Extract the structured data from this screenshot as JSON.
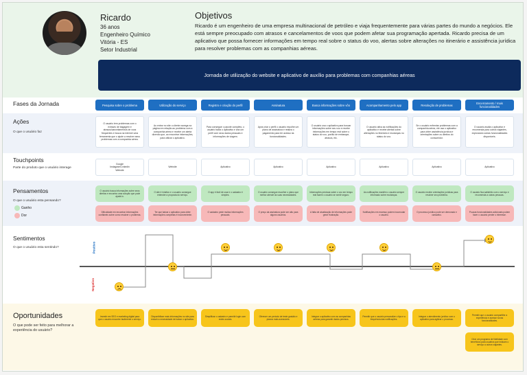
{
  "persona": {
    "name": "Ricardo",
    "age": "36 anos",
    "role": "Engenheiro Químico",
    "location": "Vitória - ES",
    "sector": "Setor Industrial"
  },
  "objectives": {
    "title": "Objetivos",
    "text": "Ricardo é um engenheiro de uma empresa multinacional de petróleo e viaja frequentemente para várias partes do mundo a negócios. Ele está sempre preocupado com atrasos e cancelamentos de voos que podem afetar sua programação apertada. Ricardo precisa de um aplicativo que possa fornecer informações em tempo real sobre o status do voo, alertas sobre alterações no itinerário e assistência jurídica para resolver problemas com as companhias aéreas."
  },
  "banner": "Jornada de utilização do website e aplicativo de auxílio para problemas com companhias aéreas",
  "rows": {
    "phases": "Fases da Jornada",
    "actions": "Ações",
    "actions_sub": "O que o usuário faz",
    "touchpoints": "Touchpoints",
    "touchpoints_sub": "Parte do produto que o usuário interage",
    "thoughts": "Pensamentos",
    "thoughts_sub": "O que o usuário esta pensando?",
    "gain": "Ganho",
    "pain": "Dor",
    "feelings": "Sentimentos",
    "feelings_sub": "O que o usuário esta sentindo?",
    "positive": "Positivo",
    "negative": "Negativo",
    "opportunities": "Oportunidades",
    "opportunities_sub": "O que pode ser feito para melhorar a experiência do usuário?"
  },
  "colors": {
    "header_bg": "#eaf5ea",
    "banner": "#0d2a5c",
    "phase": "#1f6fc2",
    "gain": "#bfe8c0",
    "pain": "#f7b8b8",
    "opportunity": "#f7c51b"
  },
  "phases": [
    "Pesquisa sobre o problema",
    "Utilização do serviço",
    "Registro e criação do perfil",
    "Assinatura",
    "Busca informações sobre vôo",
    "Acompanhamento pelo app",
    "Resolução de problemas",
    "Encerramento / mais funcionalidades"
  ],
  "actions": [
    "O usuário tem problemas com o extravio de bagagem e atrasos/cancelamentos de voos frequentes e busca na internet uma ferramenta que o ajude a resolver seus problemas com a companhia aérea.",
    "Ao entrar no site o cliente navega na página em relação ao problema com a companhia aérea e recebe um alerta dizendo que, ao encontrar informações, para utilizar o aplicativo.",
    "Para conseguir o pacote completo, o usuário baixa o aplicativo e cria um perfil com seus dados pessoais e informações de viagem.",
    "Após criar o perfil o usuário escolhe um plano de assinatura e realiza o pagamento para ter acesso às funcionalidades.",
    "O usuário usa o aplicativo para buscar informações sobre seu voo e recebe informações em tempo real sobre o status do voo, portão de embarque, atrasos, etc.",
    "O usuário ativa as notificações do aplicativo e recebe alertas sobre alterações no itinerário e mudanças no status do voo.",
    "Se o usuário enfrentar problemas com a companhia aérea, ele usa o aplicativo para obter assistência jurídica e orientações sobre os direitos do consumidor.",
    "O usuário avalia o aplicativo e recomenda para outros viajantes, explorando outras funcionalidades disponíveis."
  ],
  "touchpoints": [
    "Google\nInstagram/Linkedin\nWebsite",
    "Website",
    "Aplicativo",
    "Aplicativo",
    "Aplicativo",
    "Aplicativo",
    "Aplicativo",
    "Aplicativo"
  ],
  "gains": [
    "O usuário busca informações sobre seus direitos e encontra uma solução que pode ajudá-lo.",
    "O site é intuitivo e o usuário consegue entender a proposta do serviço.",
    "O app é fácil de usar e o cadastro é simples.",
    "O usuário consegue escolher o plano que melhor atende às suas necessidades.",
    "Informações precisas sobre o voo em tempo real fazem o usuário se sentir seguro.",
    "As notificações mantêm o usuário sempre informado sobre mudanças.",
    "O usuário recebe orientações jurídicas para resolver seu problema.",
    "O usuário fica satisfeito com o serviço e recomenda a outras pessoas."
  ],
  "pains": [
    "Dificuldade em encontrar informações confiáveis sobre como resolver o problema.",
    "Ter que baixar o aplicativo para obter informações completas é inconveniente.",
    "O cadastro pede muitas informações pessoais.",
    "O preço da assinatura pode ser alto para alguns usuários.",
    "A falta de atualização de informações pode gerar frustração.",
    "Notificações em excesso podem incomodar o usuário.",
    "O processo jurídico pode ser demorado e cansativo.",
    "Poucas funcionalidades adicionais podem fazer o usuário perder o interesse."
  ],
  "opportunities": [
    "Investir em SEO e marketing digital para que o usuário encontre facilmente o serviço.",
    "Disponibilizar mais informações no site para reduzir a necessidade de baixar o aplicativo.",
    "Simplificar o cadastro e permitir login com redes sociais.",
    "Oferecer um período de teste gratuito e planos mais acessíveis.",
    "Integrar o aplicativo com as companhias aéreas para garantir dados precisos.",
    "Permitir que o usuário personalize o tipo e a frequência das notificações.",
    "Integrar o atendimento jurídico com o aplicativo para agilizar o processo.",
    "Permitir que o usuário compartilhe a experiência e acesse novas funcionalidades."
  ],
  "extra_opportunity": "Criar um programa de fidelidade com benefícios para usuários que indicam o serviço a outros viajantes."
}
